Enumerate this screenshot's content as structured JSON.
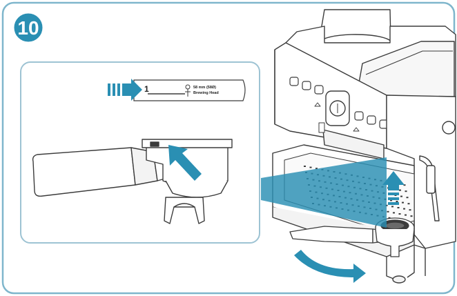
{
  "step": {
    "number": "10"
  },
  "inset_label": {
    "marker": "1",
    "line1": "58 mm (58Ø)",
    "line2": "Brewing Head"
  },
  "colors": {
    "accent": "#2a8fb3",
    "frame": "#7fb6cc",
    "inset_border": "#9dc3d3",
    "line": "#3b3b3b",
    "light_fill": "#f3f3f3"
  },
  "icons": [
    "step-badge-icon",
    "arrow-right-icon",
    "arrow-up-icon",
    "arrow-rotate-icon"
  ]
}
